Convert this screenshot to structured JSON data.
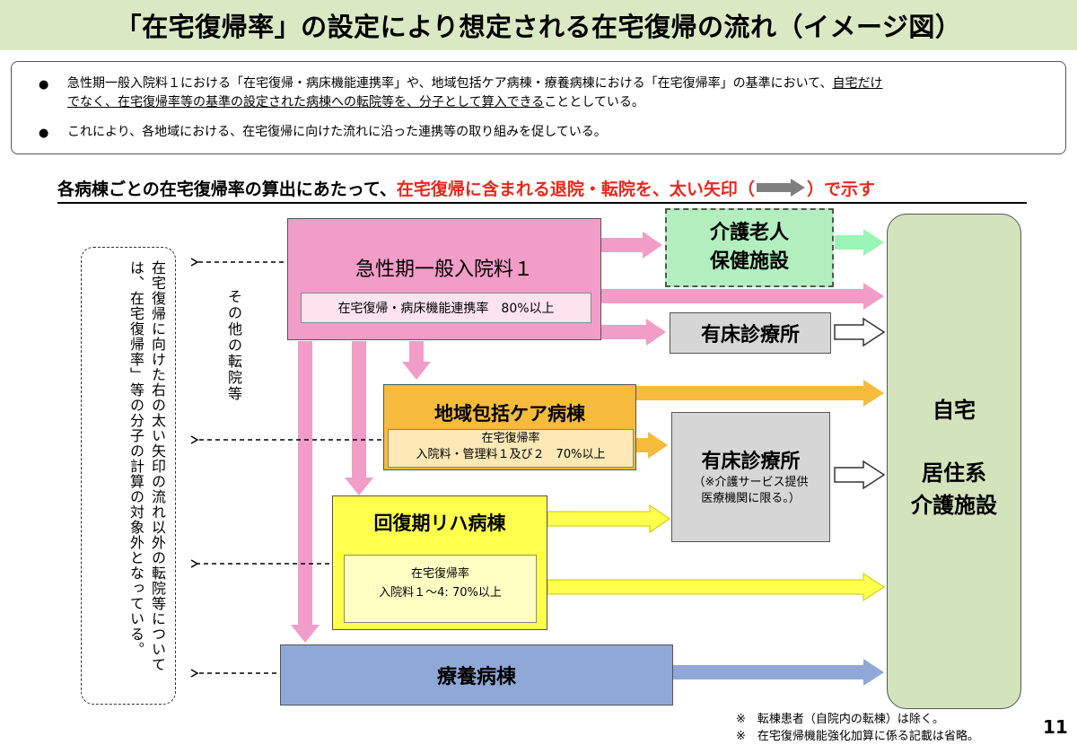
{
  "title": "「在宅復帰率」の設定により想定される在宅復帰の流れ（イメージ図）",
  "summary": {
    "bullet_icon": "●",
    "b1_l1_a": "急性期一般入院料１における「在宅復帰・病床機能連携率」や、地域包括ケア病棟・療養病棟における「在宅復帰率」の基準において、",
    "b1_l1_u": "自宅だけ",
    "b1_l2_u": "でなく、在宅復帰率等の基準の設定された病棟への転院等を、分子として算入できる",
    "b1_l2_b": "こととしている。",
    "b2": "これにより、各地域における、在宅復帰に向けた流れに沿った連携等の取り組みを促している。"
  },
  "subtitle": {
    "a": "各病棟ごとの在宅復帰率の算出にあたって、",
    "b": "在宅復帰に含まれる退院・転院を、太い矢印（",
    "c": "）で示す"
  },
  "wards": {
    "acute_name": "急性期一般入院料１",
    "acute_rate": "在宅復帰・病床機能連携率　80%以上",
    "community_name": "地域包括ケア病棟",
    "community_rate_l1": "在宅復帰率",
    "community_rate_l2": "入院料・管理料１及び２　70%以上",
    "rehab_name": "回復期リハ病棟",
    "rehab_rate_l1": "在宅復帰率",
    "rehab_rate_l2": "入院料１～4: 70%以上",
    "ltc_name": "療養病棟"
  },
  "destinations": {
    "nursing_l1": "介護老人",
    "nursing_l2": "保健施設",
    "clinic1": "有床診療所",
    "clinic2_name": "有床診療所",
    "clinic2_note_l1": "（※介護サービス提供",
    "clinic2_note_l2": "医療機関に限る。）",
    "home_l1": "自宅",
    "home_l2a": "居住系",
    "home_l2b": "介護施設"
  },
  "other_transfer": "その他の転院等",
  "left_note": "在宅復帰に向けた右の太い矢印の流れ以外の転院等については、在宅復帰率」等の分子の計算の対象外となっている。",
  "footnotes": {
    "f1": "※　転棟患者（自院内の転棟）は除く。",
    "f2": "※　在宅復帰機能強化加算に係る記載は省略。"
  },
  "page_number": "11",
  "colors": {
    "acute": "#f29cc8",
    "community": "#f6bb3c",
    "rehab": "#ffff4d",
    "ltc": "#8fa8d6",
    "nursing": "#b3efbe",
    "clinic": "#d6d6d6",
    "home": "#d3e3bc",
    "highlight_red": "#e8281c"
  }
}
